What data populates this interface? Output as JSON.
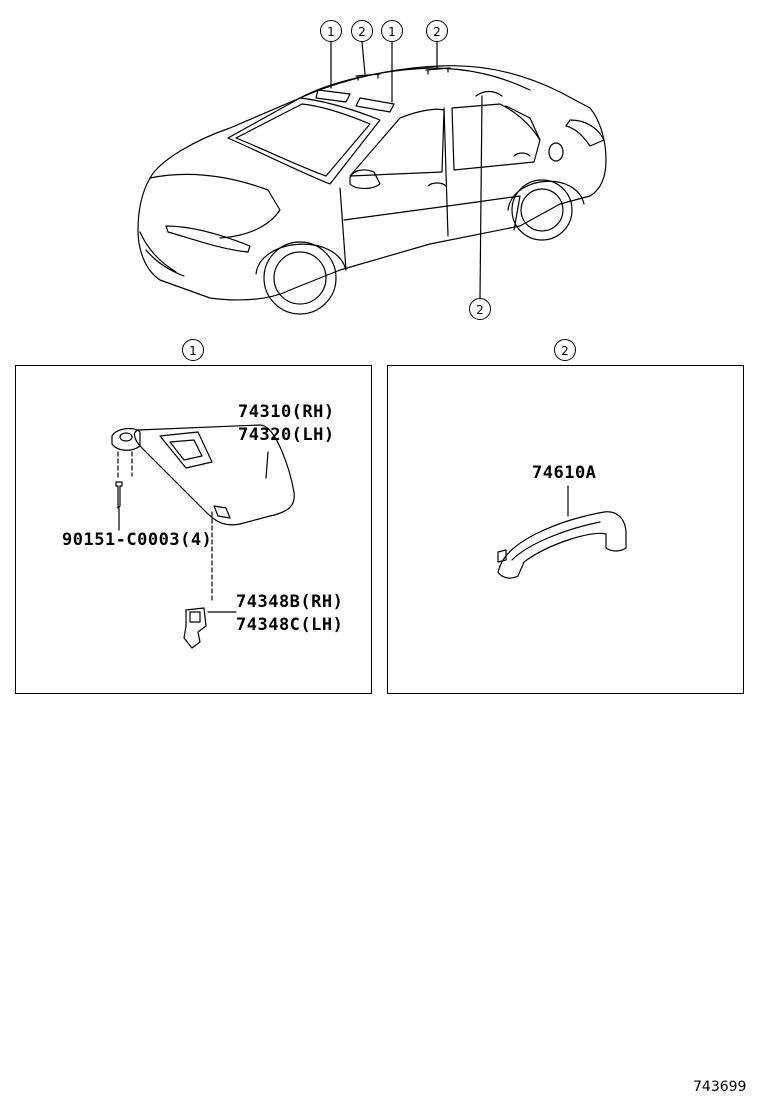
{
  "callouts": {
    "car": [
      {
        "text": "1",
        "icon": "circled-number"
      },
      {
        "text": "2",
        "icon": "circled-number"
      },
      {
        "text": "1",
        "icon": "circled-number"
      },
      {
        "text": "2",
        "icon": "circled-number"
      },
      {
        "text": "2",
        "icon": "circled-number"
      }
    ],
    "panel_headers": [
      {
        "text": "1",
        "icon": "circled-number"
      },
      {
        "text": "2",
        "icon": "circled-number"
      }
    ]
  },
  "panel_1": {
    "visor_rh": "74310(RH)",
    "visor_lh": "74320(LH)",
    "screw": "90151-C0003(4)",
    "holder_rh": "74348B(RH)",
    "holder_lh": "74348C(LH)"
  },
  "panel_2": {
    "grip": "74610A"
  },
  "footer": {
    "illustration_id": "743699"
  }
}
